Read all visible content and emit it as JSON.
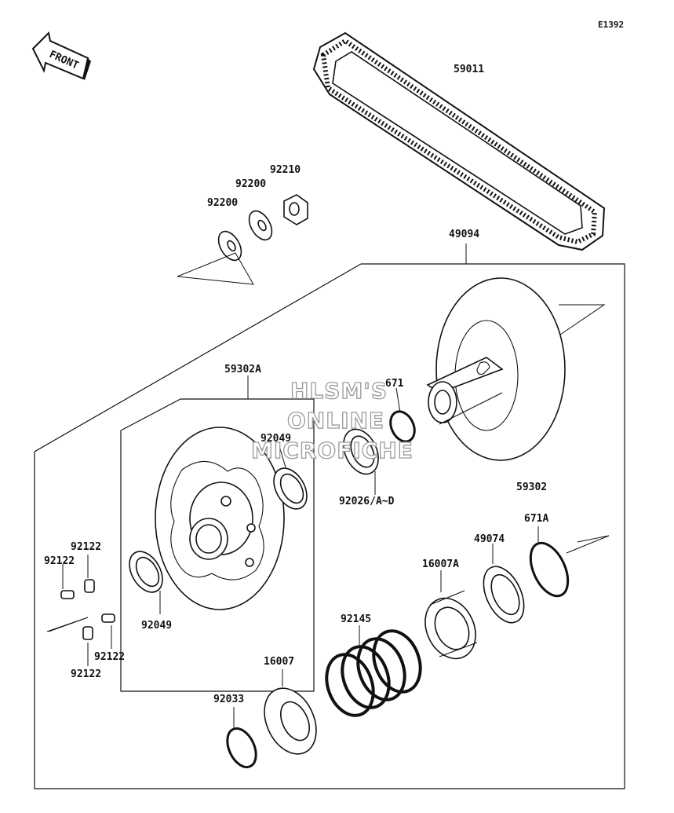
{
  "diagram_code": "E1392",
  "front_label": "FRONT",
  "watermark": [
    "HLSM'S",
    "ONLINE",
    "MICROFICHE"
  ],
  "parts": [
    {
      "id": "59011"
    },
    {
      "id": "92210"
    },
    {
      "id": "92200"
    },
    {
      "id": "92200"
    },
    {
      "id": "49094"
    },
    {
      "id": "59302A"
    },
    {
      "id": "671"
    },
    {
      "id": "92049"
    },
    {
      "id": "92026/A~D"
    },
    {
      "id": "59302"
    },
    {
      "id": "671A"
    },
    {
      "id": "49074"
    },
    {
      "id": "16007A"
    },
    {
      "id": "92122"
    },
    {
      "id": "92122"
    },
    {
      "id": "92049"
    },
    {
      "id": "92145"
    },
    {
      "id": "92122"
    },
    {
      "id": "92122"
    },
    {
      "id": "16007"
    },
    {
      "id": "92033"
    }
  ]
}
